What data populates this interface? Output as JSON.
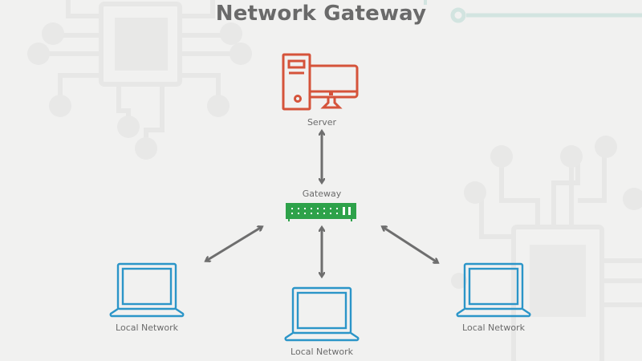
{
  "title": "Network Gateway",
  "colors": {
    "background": "#f1f1f0",
    "title": "#6a6a6a",
    "server": "#d5533a",
    "gateway": "#2ea24a",
    "laptop": "#2b95c8",
    "arrow": "#6e6e6e",
    "label": "#6b6b6b",
    "circuit": "#e6e6e5",
    "circuit_accent": "#cfe3df"
  },
  "nodes": {
    "server": {
      "label": "Server",
      "icon": "desktop-computer-icon"
    },
    "gateway": {
      "label": "Gateway",
      "icon": "network-switch-icon"
    },
    "clients": [
      {
        "label": "Local Network",
        "icon": "laptop-icon"
      },
      {
        "label": "Local Network",
        "icon": "laptop-icon"
      },
      {
        "label": "Local Network",
        "icon": "laptop-icon"
      }
    ]
  },
  "connections": [
    {
      "from": "server",
      "to": "gateway",
      "type": "bidirectional"
    },
    {
      "from": "gateway",
      "to": "clients.0",
      "type": "bidirectional"
    },
    {
      "from": "gateway",
      "to": "clients.1",
      "type": "bidirectional"
    },
    {
      "from": "gateway",
      "to": "clients.2",
      "type": "bidirectional"
    }
  ]
}
